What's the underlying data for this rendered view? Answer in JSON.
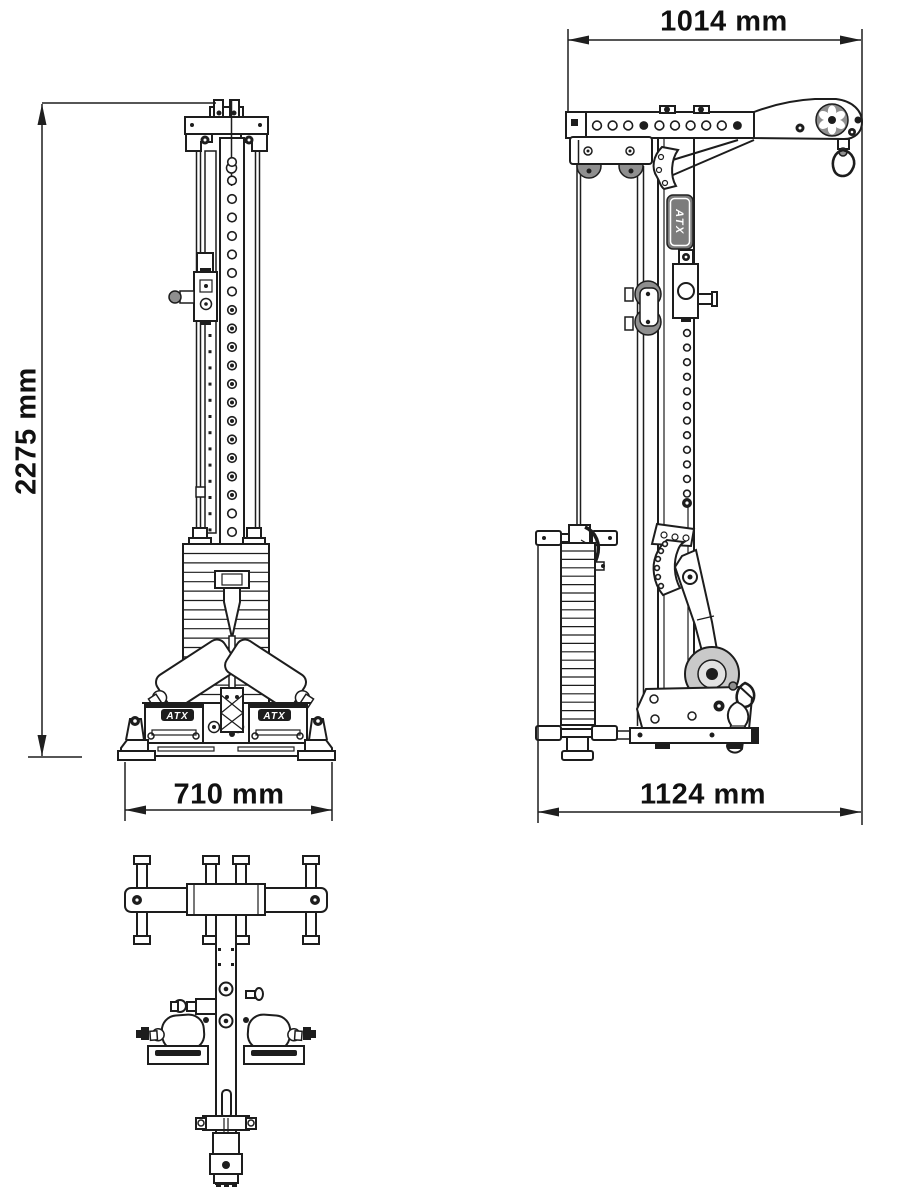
{
  "dimensions": {
    "front_height": "2275 mm",
    "front_width": "710 mm",
    "side_width": "1014 mm",
    "side_depth": "1124 mm"
  },
  "brand": {
    "logo_text": "ATX"
  },
  "colors": {
    "background": "#ffffff",
    "line": "#1d1d1d",
    "dimension_line": "#1f1f1f",
    "label_text": "#111111",
    "metal_gray": "#8f8f8f",
    "roller_gray": "#c9c9c9",
    "logo_plate": "#7c7c7c"
  }
}
